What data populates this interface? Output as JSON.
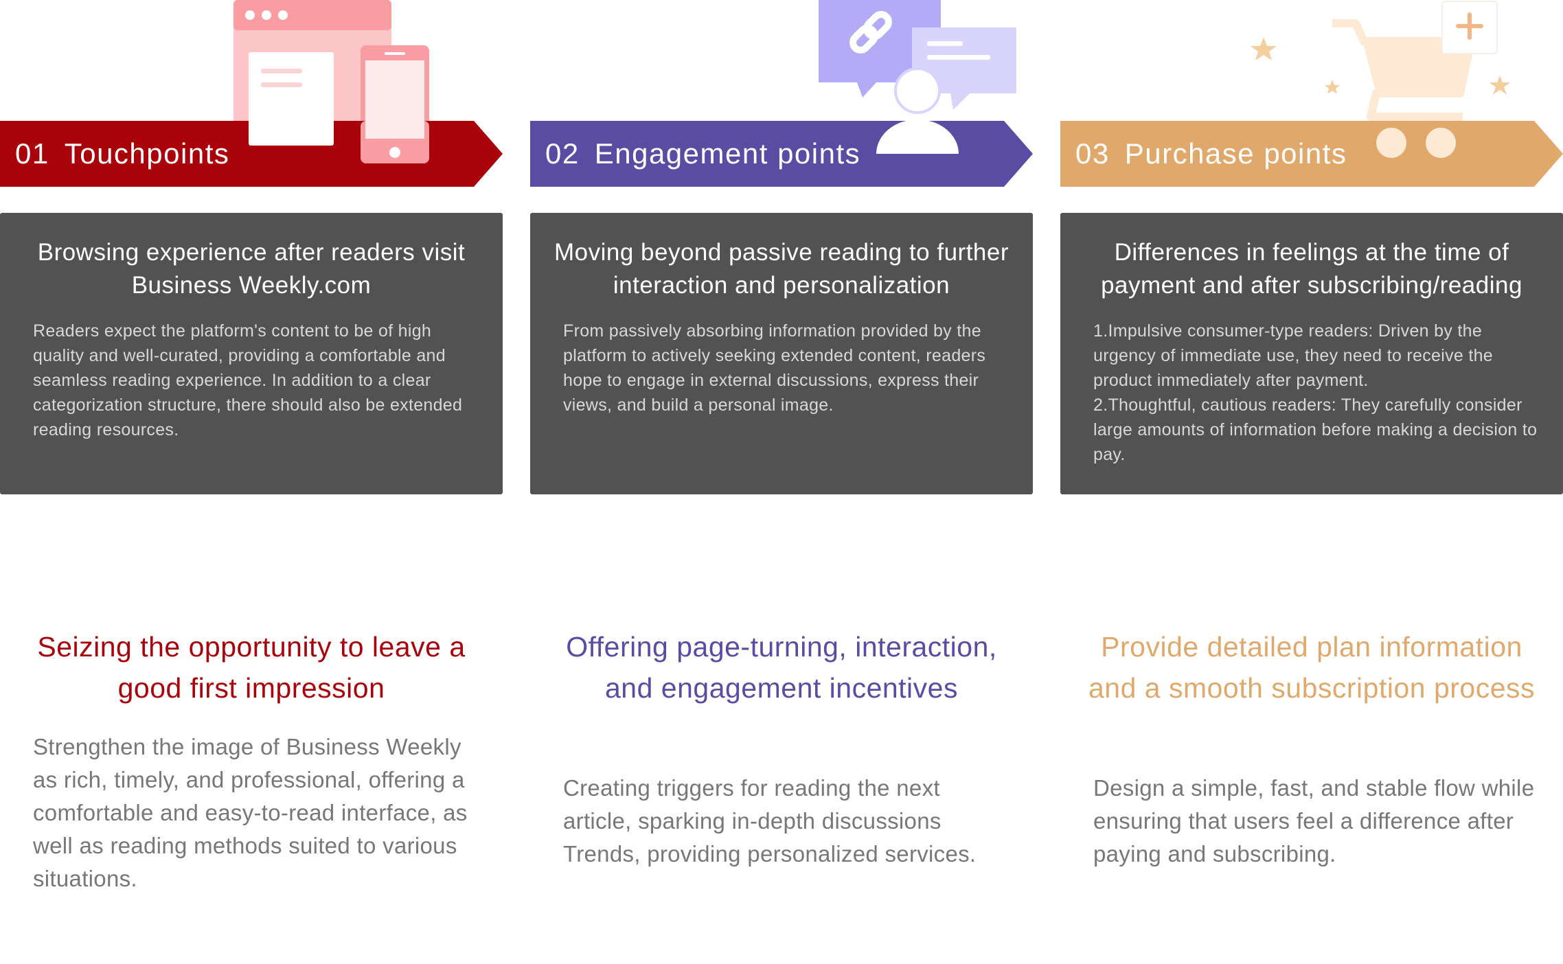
{
  "colors": {
    "touchpoints": "#a9020a",
    "engagement": "#5a4ba3",
    "purchase": "#e0a96b",
    "card_bg": "#525252"
  },
  "columns": [
    {
      "number": "01",
      "label": "Touchpoints",
      "icon": "browser-and-mobile-icon",
      "card_title": "Browsing experience after readers visit Business Weekly.com",
      "card_body": "Readers expect the platform's content to be of high quality and well-curated, providing a comfortable and seamless reading experience. In addition to a clear categorization structure, there should also be extended reading resources.",
      "subhead": "Seizing the opportunity to leave a good first impression",
      "sub_body": "Strengthen the image of Business Weekly as rich, timely, and professional, offering a comfortable and easy-to-read interface, as well as reading methods suited to various situations."
    },
    {
      "number": "02",
      "label": "Engagement points",
      "icon": "chat-link-user-icon",
      "card_title": "Moving beyond passive reading to further interaction and personalization",
      "card_body": "From passively absorbing information provided by the platform to actively seeking extended content, readers hope to engage in external discussions, express their views, and build a personal image.",
      "subhead": "Offering page-turning, interaction, and engagement incentives",
      "sub_body": "Creating triggers for reading the next article, sparking in-depth discussions Trends, providing personalized services."
    },
    {
      "number": "03",
      "label": "Purchase points",
      "icon": "shopping-cart-icon",
      "card_title": "Differences in feelings at the time of payment and after subscribing/reading",
      "card_body": "1.Impulsive consumer-type readers: Driven by the urgency of immediate use, they need to receive the product immediately after payment.\n2.Thoughtful, cautious readers: They carefully consider large amounts of information before making a decision to pay.",
      "subhead": "Provide detailed plan information and a smooth subscription process",
      "sub_body": "Design a simple, fast, and stable flow while ensuring that users feel a difference after paying and subscribing."
    }
  ]
}
